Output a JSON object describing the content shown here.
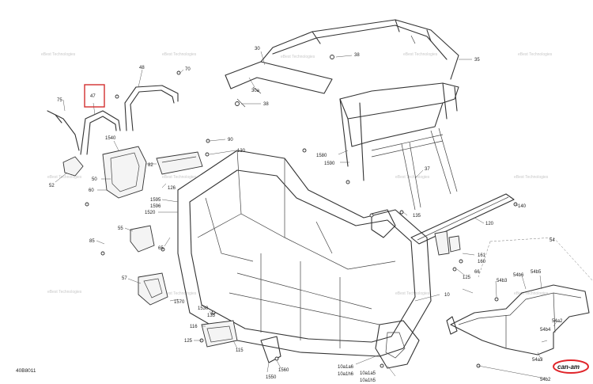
{
  "diagram": {
    "figure_code": "40B8011",
    "highlighted_callout": "47",
    "watermark_text": "eBest Technologies",
    "logo_text": "can-am",
    "logo_color": "#e0252a",
    "highlight_color": "#d32f2f",
    "callouts": {
      "c30": "30",
      "c30a": "30a",
      "c38a": "38",
      "c38b": "38",
      "c35": "35",
      "c47": "47",
      "c48": "48",
      "c70": "70",
      "c75": "75",
      "c52": "52",
      "c1540": "1540",
      "c90": "90",
      "c130": "130",
      "c82": "82",
      "c126": "126",
      "c50": "50",
      "c60": "60",
      "c1595": "1595",
      "c1596": "1596",
      "c1520": "1520",
      "c55": "55",
      "c85": "85",
      "c65": "65",
      "c57": "57",
      "c1570": "1570",
      "c1530": "1530",
      "c135": "135",
      "c116": "116",
      "c125a": "125",
      "c115": "115",
      "c1560": "1560",
      "c1550": "1550",
      "c10a1a6": "10a1a6",
      "c10a1h6": "10a1h6",
      "c10a1a5": "10a1a5",
      "c10a1h5": "10a1h5",
      "c10": "10",
      "c1580": "1580",
      "c1590": "1590",
      "c37": "37",
      "c140": "140",
      "c120": "120",
      "c161": "161",
      "c160": "160",
      "c66": "66",
      "c125b": "125",
      "c54": "54",
      "c54b3": "54b3",
      "c54b6": "54b6",
      "c54b5": "54b5",
      "c54a2": "54a2",
      "c54b4": "54b4",
      "c54a3": "54a3",
      "c54b2": "54b2"
    }
  }
}
